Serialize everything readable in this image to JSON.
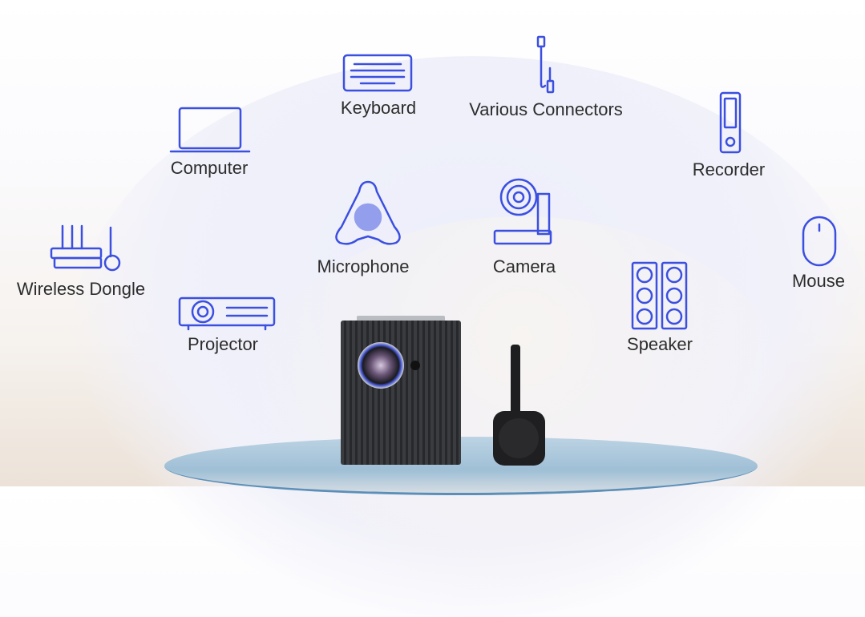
{
  "accent_color": "#3b4fe0",
  "devices": {
    "keyboard": "Keyboard",
    "connectors": "Various Connectors",
    "computer": "Computer",
    "recorder": "Recorder",
    "dongle": "Wireless Dongle",
    "microphone": "Microphone",
    "camera": "Camera",
    "mouse": "Mouse",
    "projector": "Projector",
    "speaker": "Speaker"
  }
}
